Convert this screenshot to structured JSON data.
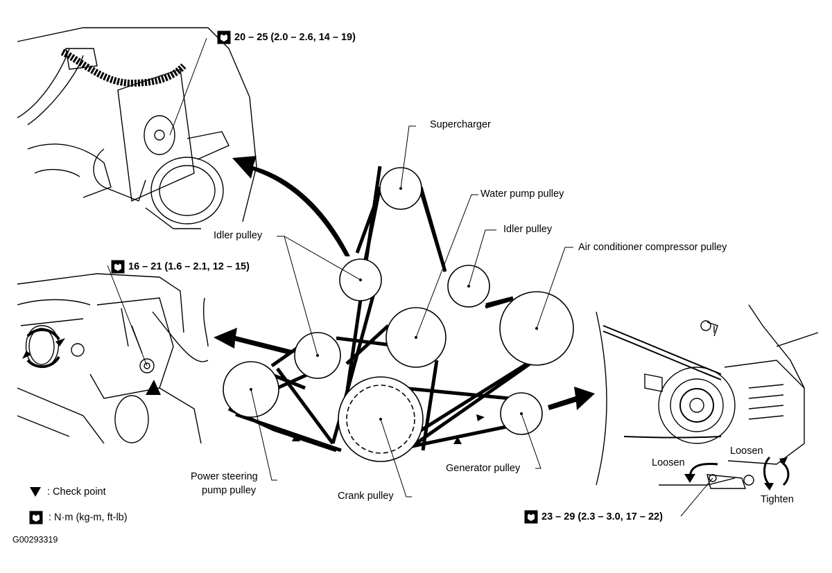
{
  "labels": {
    "supercharger": "Supercharger",
    "water_pump_pulley": "Water pump pulley",
    "idler_pulley_left": "Idler pulley",
    "idler_pulley_right": "Idler pulley",
    "ac_compressor_pulley": "Air conditioner compressor pulley",
    "power_steering_line1": "Power steering",
    "power_steering_line2": "pump pulley",
    "crank_pulley": "Crank pulley",
    "generator_pulley": "Generator pulley",
    "loosen_left": "Loosen",
    "loosen_right": "Loosen",
    "tighten": "Tighten"
  },
  "torques": {
    "top": "20 – 25 (2.0 – 2.6, 14 – 19)",
    "middle": "16 – 21 (1.6 – 2.1, 12 – 15)",
    "generator": "23 – 29 (2.3 – 3.0, 17 – 22)"
  },
  "legend": {
    "check_point": ": Check point",
    "torque_units": ": N·m (kg-m, ft-lb)"
  },
  "figure_code": "G00293319",
  "icons": [
    "torque-wrench-icon",
    "check-point-triangle-icon",
    "direction-arrow-icon"
  ],
  "colors": {
    "ink": "#000000",
    "paper": "#ffffff"
  }
}
